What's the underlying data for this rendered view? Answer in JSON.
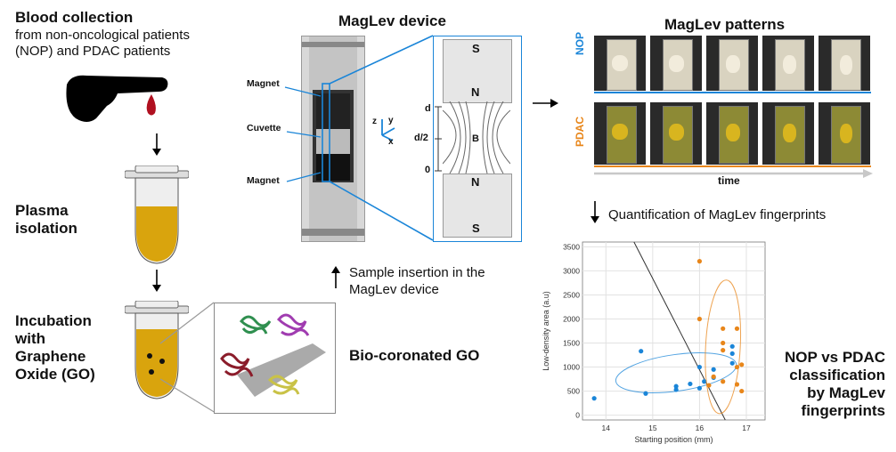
{
  "left": {
    "blood_title": "Blood collection",
    "blood_line1": "from non-oncological patients",
    "blood_line2": "(NOP) and PDAC patients",
    "plasma_line1": "Plasma",
    "plasma_line2": "isolation",
    "incubation_lines": [
      "Incubation",
      "with",
      "Graphene",
      "Oxide (GO)"
    ]
  },
  "device": {
    "title": "MagLev device",
    "magnet_top": "Magnet",
    "cuvette": "Cuvette",
    "magnet_bottom": "Magnet",
    "pole_S_top": "S",
    "pole_N_top": "N",
    "pole_N_bottom": "N",
    "pole_S_bottom": "S",
    "label_d": "d",
    "label_d2": "d/2",
    "label_0": "0",
    "label_B": "B",
    "axis_z": "z",
    "axis_y": "y",
    "axis_x": "x"
  },
  "middle": {
    "sample_line1": "Sample insertion in the",
    "sample_line2": "MagLev device",
    "biocorona": "Bio-coronated GO"
  },
  "patterns": {
    "title": "MagLev patterns",
    "row1_label": "NOP",
    "row2_label": "PDAC",
    "time_label": "time",
    "nop_color": "#1a85d8",
    "pdac_color": "#e8861a"
  },
  "quant_label": "Quantification of MagLev fingerprints",
  "classification_lines": [
    "NOP vs PDAC",
    "classification",
    "by MagLev",
    "fingerprints"
  ],
  "chart_data": {
    "type": "scatter",
    "xlabel": "Starting position (mm)",
    "ylabel": "Low-density area (a.u)",
    "xlim": [
      13.5,
      17.4
    ],
    "ylim": [
      -100,
      3600
    ],
    "xticks": [
      14,
      15,
      16,
      17
    ],
    "yticks": [
      0,
      500,
      1000,
      1500,
      2000,
      2500,
      3000,
      3500
    ],
    "grid": true,
    "series": [
      {
        "color": "#1a85d8",
        "points": [
          [
            13.75,
            350
          ],
          [
            14.85,
            450
          ],
          [
            15.5,
            530
          ],
          [
            15.5,
            600
          ],
          [
            15.8,
            650
          ],
          [
            16.0,
            1000
          ],
          [
            16.1,
            700
          ],
          [
            16.3,
            950
          ],
          [
            16.3,
            780
          ],
          [
            16.7,
            1430
          ],
          [
            16.7,
            1280
          ],
          [
            16.7,
            1080
          ],
          [
            14.75,
            1330
          ],
          [
            16.0,
            560
          ]
        ],
        "ellipse": {
          "cx": 15.5,
          "cy": 880,
          "rx": 1.3,
          "ry": 380,
          "angle": -8
        }
      },
      {
        "color": "#e8861a",
        "points": [
          [
            16.0,
            3200
          ],
          [
            16.0,
            2000
          ],
          [
            16.5,
            1800
          ],
          [
            16.8,
            1800
          ],
          [
            16.5,
            1500
          ],
          [
            16.5,
            1350
          ],
          [
            16.8,
            1000
          ],
          [
            16.9,
            1050
          ],
          [
            16.3,
            800
          ],
          [
            16.5,
            700
          ],
          [
            16.8,
            640
          ],
          [
            16.9,
            500
          ],
          [
            16.2,
            620
          ]
        ],
        "ellipse": {
          "cx": 16.5,
          "cy": 1420,
          "rx": 0.37,
          "ry": 1390,
          "angle": 3
        }
      }
    ],
    "boundary": [
      [
        14.6,
        3600
      ],
      [
        16.55,
        -100
      ]
    ]
  }
}
